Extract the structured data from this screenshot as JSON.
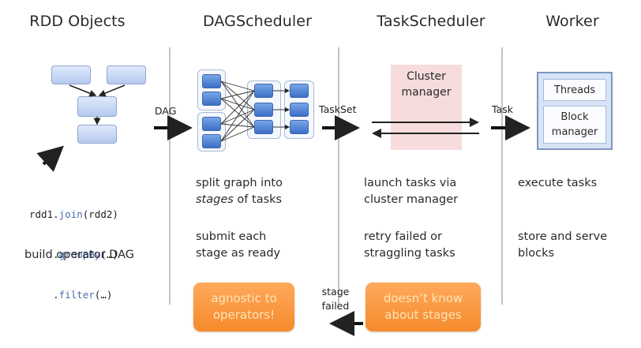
{
  "columns": [
    {
      "id": "rdd",
      "title": "RDD Objects"
    },
    {
      "id": "dag",
      "title": "DAGScheduler"
    },
    {
      "id": "task",
      "title": "TaskScheduler"
    },
    {
      "id": "worker",
      "title": "Worker"
    }
  ],
  "arrows": {
    "dag_label": "DAG",
    "taskset_label": "TaskSet",
    "task_label": "Task",
    "stage_failed_line1": "stage",
    "stage_failed_line2": "failed"
  },
  "code": {
    "line1_prefix": "rdd1.",
    "line1_kw": "join",
    "line1_suffix": "(rdd2)",
    "line2_prefix": "    .",
    "line2_kw": "groupBy",
    "line2_suffix": "(…)",
    "line3_prefix": "    .",
    "line3_kw": "filter",
    "line3_suffix": "(…)"
  },
  "descriptions": {
    "rdd": "build operator DAG",
    "dag_1_line1": "split graph into",
    "dag_1_em": "stages",
    "dag_1_rest": " of tasks",
    "dag_2_line1": "submit each",
    "dag_2_line2": "stage as ready",
    "task_1_line1": "launch tasks via",
    "task_1_line2": "cluster manager",
    "task_2_line1": "retry failed or",
    "task_2_line2": "straggling tasks",
    "worker_1": "execute tasks",
    "worker_2_line1": "store and serve",
    "worker_2_line2": "blocks"
  },
  "cluster_manager": {
    "line1": "Cluster",
    "line2": "manager"
  },
  "worker_box": {
    "threads": "Threads",
    "block_line1": "Block",
    "block_line2": "manager"
  },
  "callouts": {
    "dag_line1": "agnostic to",
    "dag_line2": "operators!",
    "task_line1": "doesn’t know",
    "task_line2": "about stages"
  },
  "colors": {
    "callout_orange": "#f7923a",
    "callout_text": "#ffe4b8",
    "cluster_bg": "#f6dcdc",
    "node_blue": "#4a7fd4",
    "code_keyword": "#4a6fb0"
  }
}
